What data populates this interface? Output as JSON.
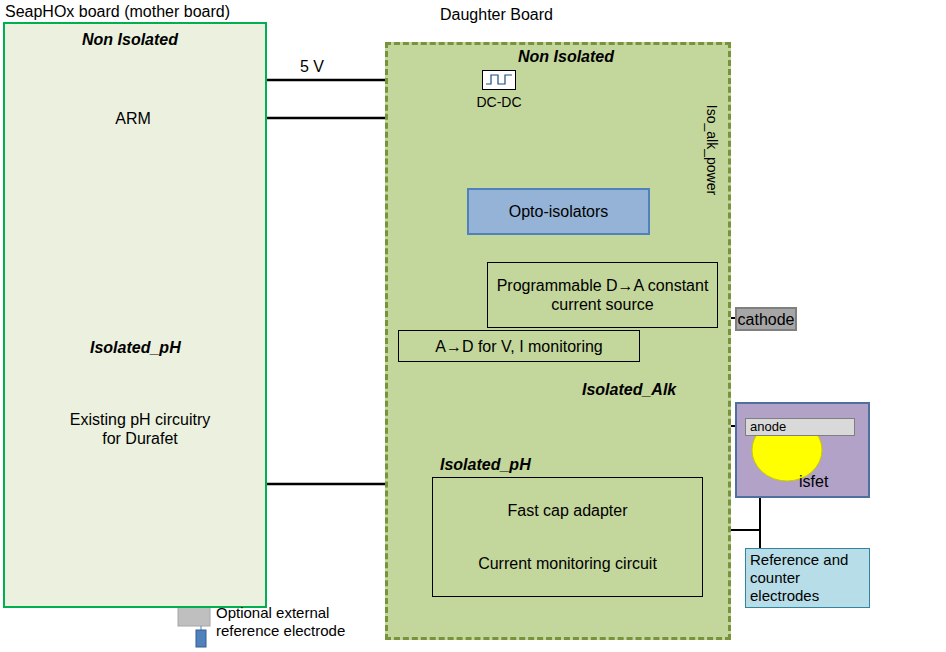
{
  "diagram": {
    "nodes": [
      {
        "text": [
          "SeapHOx board (mother board)"
        ]
      },
      {
        "text": [
          "ARM"
        ],
        "in": 0
      },
      {
        "text": [
          "Existing pH circuitry for Durafet"
        ],
        "in": 0
      },
      {
        "text": [
          "Daughter Board"
        ]
      },
      {
        "text": [
          "DC-DC"
        ],
        "in": 3
      },
      {
        "text": [
          "Opto-isolators"
        ],
        "in": 3
      },
      {
        "text": [
          "Programmable D→A constant current source"
        ],
        "in": 3
      },
      {
        "text": [
          "A→D for V, I monitoring"
        ],
        "in": 3
      },
      {
        "text": [
          "Fast cap adapter",
          "Current monitoring circuit"
        ],
        "in": 3
      },
      {
        "text": [
          "cathode"
        ]
      },
      {
        "text": [
          "isfet"
        ]
      },
      {
        "text": [
          "anode"
        ],
        "in": 10
      },
      {
        "text": [
          "Reference and counter electrodes"
        ]
      }
    ],
    "edges": [
      {
        "from": 0,
        "to": 4,
        "arrow": "none",
        "label": "5 V"
      },
      {
        "from": 1,
        "to": 5,
        "arrow": "none"
      },
      {
        "from": 2,
        "to": 8,
        "arrow": "none"
      },
      {
        "from": 4,
        "to": 6,
        "arrow": "none",
        "label": "Iso_alk_power"
      },
      {
        "from": 5,
        "to": 6,
        "arrow": "none"
      },
      {
        "from": 5,
        "to": 7,
        "arrow": "none"
      },
      {
        "from": 6,
        "to": 9,
        "arrow": "none"
      },
      {
        "from": 6,
        "to": 11,
        "arrow": "none"
      },
      {
        "from": 8,
        "to": 10,
        "arrow": "none"
      },
      {
        "from": 8,
        "to": 12,
        "arrow": "none"
      }
    ],
    "labels": [
      "Non Isolated",
      "Isolated_pH",
      "Non Isolated",
      "Isolated_Alk",
      "Isolated_pH",
      "Optional external reference electrode"
    ]
  }
}
